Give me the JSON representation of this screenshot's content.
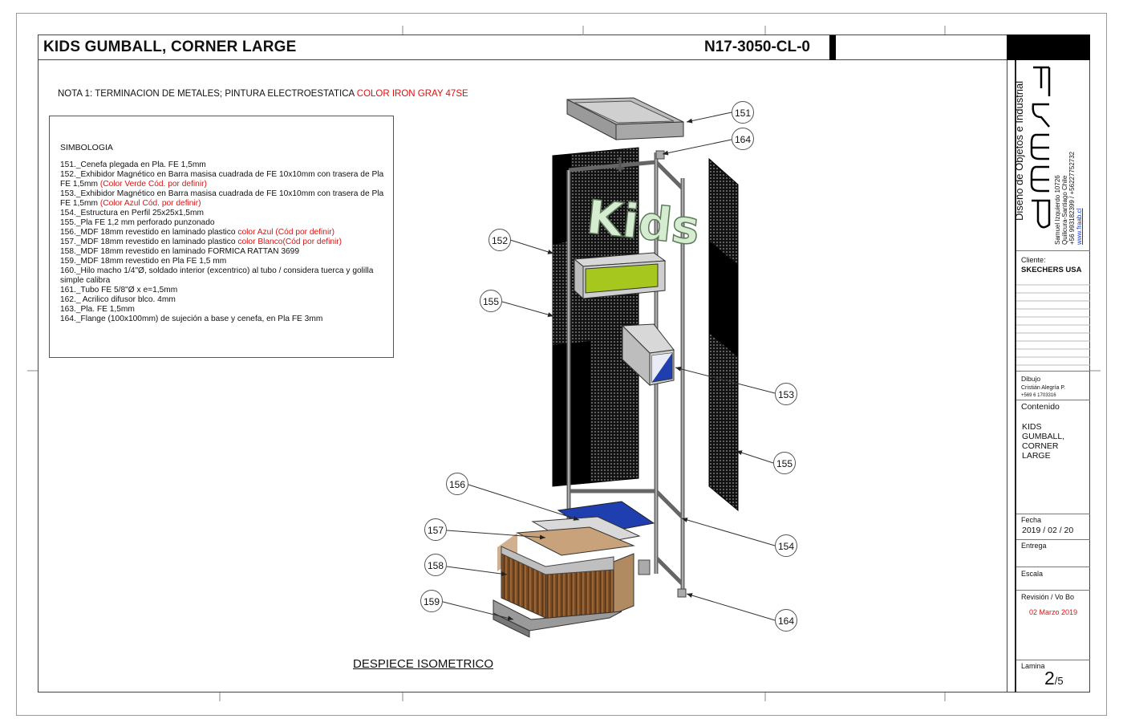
{
  "header": {
    "title": "KIDS GUMBALL, CORNER LARGE",
    "code": "N17-3050-CL-0"
  },
  "note": {
    "prefix": "NOTA 1: TERMINACION  DE METALES; PINTURA ELECTROESTATICA ",
    "highlight": "COLOR IRON GRAY 47SE"
  },
  "legend": {
    "title": "SIMBOLOGIA",
    "items": [
      {
        "text": "151._Cenefa plegada en Pla. FE 1,5mm",
        "red": ""
      },
      {
        "text": "152._Exhibidor Magnético en Barra masisa cuadrada de FE 10x10mm con trasera de Pla FE 1,5mm ",
        "red": "(Color Verde Cód. por definir)"
      },
      {
        "text": "153._Exhibidor Magnético en Barra masisa cuadrada de FE 10x10mm con trasera de Pla FE 1,5mm ",
        "red": "(Color Azul Cód. por definir)"
      },
      {
        "text": "154._Estructura en Perfil 25x25x1,5mm",
        "red": ""
      },
      {
        "text": "155._Pla FE 1,2 mm perforado punzonado",
        "red": ""
      },
      {
        "text": "156._MDF 18mm revestido en laminado plastico ",
        "red": "color Azul (Cód por definir)"
      },
      {
        "text": "157._MDF 18mm revestido en laminado plastico ",
        "red": "color Blanco(Cód por definir)"
      },
      {
        "text": "158._MDF 18mm revestido en laminado FORMICA RATTAN 3699",
        "red": ""
      },
      {
        "text": "159._MDF 18mm revestido en Pla FE 1,5 mm",
        "red": ""
      },
      {
        "text": "160._Hilo macho 1/4\"Ø, soldado interior (excentrico) al tubo / considera tuerca y golilla simple calibra",
        "red": ""
      },
      {
        "text": "161._Tubo FE 5/8\"Ø x e=1,5mm",
        "red": ""
      },
      {
        "text": "162._ Acrilico difusor blco. 4mm",
        "red": ""
      },
      {
        "text": "163._Pla. FE 1,5mm",
        "red": ""
      },
      {
        "text": "164._Flange (100x100mm) de sujeción a base y cenefa, en Pla FE 3mm",
        "red": ""
      }
    ]
  },
  "drawing": {
    "caption": "DESPIECE ISOMETRICO",
    "sign_text": "Kids",
    "callouts": [
      "151",
      "164",
      "152",
      "155",
      "153",
      "155",
      "156",
      "157",
      "158",
      "159",
      "154",
      "164"
    ],
    "colors": {
      "green": "#a6c81e",
      "blue": "#1f3fb0",
      "wood": "#8a5a2b",
      "frame": "#8c8c8c"
    }
  },
  "titleblock": {
    "company": "Diseño de Objetos e Industrial",
    "address_lines": [
      "Samuel Izquierdo 10726",
      "Quilicura-Santiago Chile",
      "+56 993182399  /  +56227752732"
    ],
    "website": "www.fraab.cl",
    "cliente_label": "Cliente:",
    "cliente_value": "SKECHERS USA",
    "dibujo_label": "Dibujo",
    "dibujo_name": "Cristián Alegría P.",
    "dibujo_phone": "+569 6 1703316",
    "contenido_label": "Contenido",
    "contenido_value": [
      "KIDS",
      "GUMBALL,",
      "CORNER",
      "LARGE"
    ],
    "fecha_label": "Fecha",
    "fecha_value": "2019 / 02 / 20",
    "entrega_label": "Entrega",
    "escala_label": "Escala",
    "revision_label": "Revisión   / Vo Bo",
    "revision_value": "02 Marzo 2019",
    "lamina_label": "Lamina",
    "lamina_num": "2",
    "lamina_total": "/5"
  }
}
